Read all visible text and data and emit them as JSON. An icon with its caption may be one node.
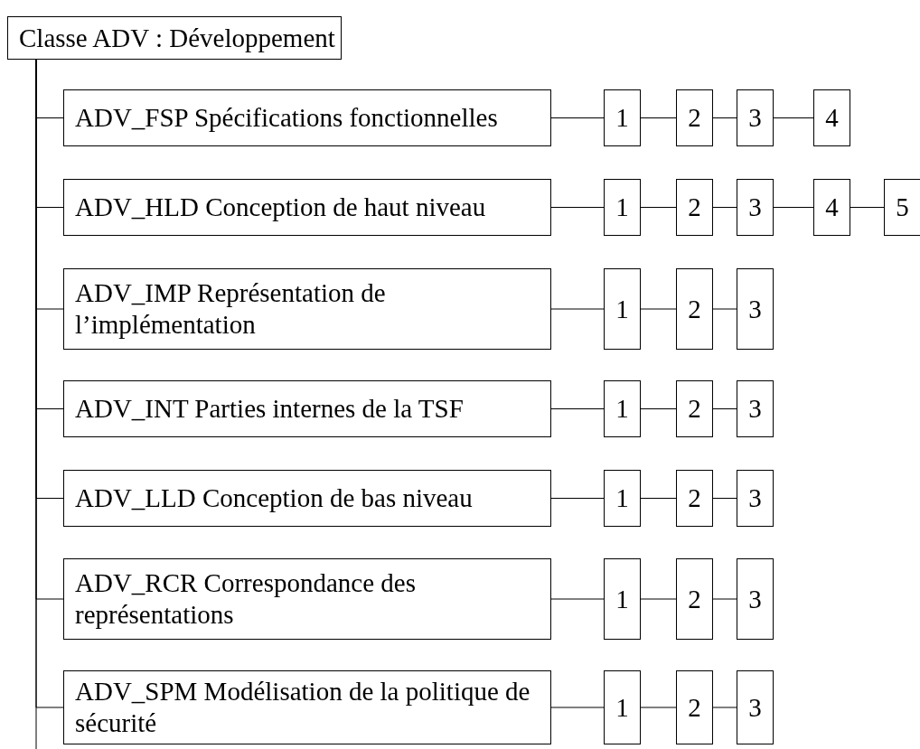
{
  "diagram": {
    "nodes": [
      {
        "text": [
          "Classe ADV : Développement"
        ]
      },
      {
        "text": [
          "ADV_FSP Spécifications fonctionnelles"
        ]
      },
      {
        "text": [
          "1"
        ]
      },
      {
        "text": [
          "2"
        ]
      },
      {
        "text": [
          "3"
        ]
      },
      {
        "text": [
          "4"
        ]
      },
      {
        "text": [
          "ADV_HLD Conception de haut niveau"
        ]
      },
      {
        "text": [
          "1"
        ]
      },
      {
        "text": [
          "2"
        ]
      },
      {
        "text": [
          "3"
        ]
      },
      {
        "text": [
          "4"
        ]
      },
      {
        "text": [
          "5"
        ]
      },
      {
        "text": [
          "ADV_IMP Représentation de l’implémentation"
        ]
      },
      {
        "text": [
          "1"
        ]
      },
      {
        "text": [
          "2"
        ]
      },
      {
        "text": [
          "3"
        ]
      },
      {
        "text": [
          "ADV_INT Parties internes de la TSF"
        ]
      },
      {
        "text": [
          "1"
        ]
      },
      {
        "text": [
          "2"
        ]
      },
      {
        "text": [
          "3"
        ]
      },
      {
        "text": [
          "ADV_LLD Conception de bas niveau"
        ]
      },
      {
        "text": [
          "1"
        ]
      },
      {
        "text": [
          "2"
        ]
      },
      {
        "text": [
          "3"
        ]
      },
      {
        "text": [
          "ADV_RCR Correspondance des représentations"
        ]
      },
      {
        "text": [
          "1"
        ]
      },
      {
        "text": [
          "2"
        ]
      },
      {
        "text": [
          "3"
        ]
      },
      {
        "text": [
          "ADV_SPM Modélisation de la politique de sécurité"
        ]
      },
      {
        "text": [
          "1"
        ]
      },
      {
        "text": [
          "2"
        ]
      },
      {
        "text": [
          "3"
        ]
      }
    ],
    "edges": [
      {
        "from": 0,
        "to": 1,
        "arrow": "none"
      },
      {
        "from": 1,
        "to": 2,
        "arrow": "none"
      },
      {
        "from": 2,
        "to": 3,
        "arrow": "none"
      },
      {
        "from": 3,
        "to": 4,
        "arrow": "none"
      },
      {
        "from": 4,
        "to": 5,
        "arrow": "none"
      },
      {
        "from": 0,
        "to": 6,
        "arrow": "none"
      },
      {
        "from": 6,
        "to": 7,
        "arrow": "none"
      },
      {
        "from": 7,
        "to": 8,
        "arrow": "none"
      },
      {
        "from": 8,
        "to": 9,
        "arrow": "none"
      },
      {
        "from": 9,
        "to": 10,
        "arrow": "none"
      },
      {
        "from": 10,
        "to": 11,
        "arrow": "none"
      },
      {
        "from": 0,
        "to": 12,
        "arrow": "none"
      },
      {
        "from": 12,
        "to": 13,
        "arrow": "none"
      },
      {
        "from": 13,
        "to": 14,
        "arrow": "none"
      },
      {
        "from": 14,
        "to": 15,
        "arrow": "none"
      },
      {
        "from": 0,
        "to": 16,
        "arrow": "none"
      },
      {
        "from": 16,
        "to": 17,
        "arrow": "none"
      },
      {
        "from": 17,
        "to": 18,
        "arrow": "none"
      },
      {
        "from": 18,
        "to": 19,
        "arrow": "none"
      },
      {
        "from": 0,
        "to": 20,
        "arrow": "none"
      },
      {
        "from": 20,
        "to": 21,
        "arrow": "none"
      },
      {
        "from": 21,
        "to": 22,
        "arrow": "none"
      },
      {
        "from": 22,
        "to": 23,
        "arrow": "none"
      },
      {
        "from": 0,
        "to": 24,
        "arrow": "none"
      },
      {
        "from": 24,
        "to": 25,
        "arrow": "none"
      },
      {
        "from": 25,
        "to": 26,
        "arrow": "none"
      },
      {
        "from": 26,
        "to": 27,
        "arrow": "none"
      },
      {
        "from": 0,
        "to": 28,
        "arrow": "none"
      },
      {
        "from": 28,
        "to": 29,
        "arrow": "none"
      },
      {
        "from": 29,
        "to": 30,
        "arrow": "none"
      },
      {
        "from": 30,
        "to": 31,
        "arrow": "none"
      },
      {
        "from": 0,
        "to": null,
        "arrow": "none"
      }
    ]
  }
}
